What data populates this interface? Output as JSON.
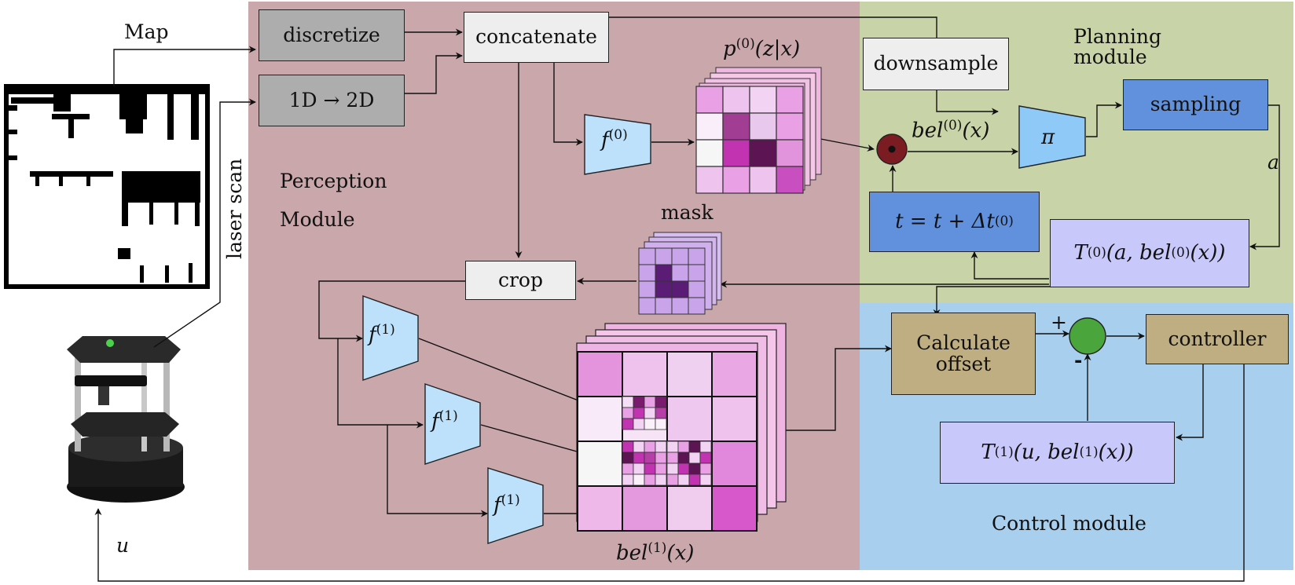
{
  "colors": {
    "perception_bg": "#caa7aa",
    "planning_bg": "#c8d4a8",
    "control_bg": "#a8cfee",
    "gray_box": "#adadad",
    "light_box": "#eeeeee",
    "blue_box": "#6191dc",
    "lavender_box": "#c8c8fa",
    "tan_box": "#bfae82",
    "f_block": "#bde0fb",
    "pi_block": "#8fc9f7",
    "sum_dark_red": "#7a1c22",
    "sum_green": "#4aa63c"
  },
  "inputs": {
    "map_label": "Map",
    "laser_label": "laser scan",
    "u_label": "u"
  },
  "perception": {
    "title_line1": "Perception",
    "title_line2": "Module",
    "discretize": "discretize",
    "one_d_to_two_d": "1D → 2D",
    "concatenate": "concatenate",
    "crop": "crop",
    "mask_label": "mask",
    "f0": {
      "base": "f",
      "sup": "(0)"
    },
    "f1": {
      "base": "f",
      "sup": "(1)"
    },
    "p0": {
      "base": "p",
      "sup": "(0)",
      "arg": "(z|x)"
    },
    "bel1": {
      "base": "bel",
      "sup": "(1)",
      "arg": "(x)"
    }
  },
  "planning": {
    "title_line1": "Planning",
    "title_line2": "module",
    "downsample": "downsample",
    "sampling": "sampling",
    "pi": "π",
    "a_label": "a",
    "bel0": {
      "base": "bel",
      "sup": "(0)",
      "arg": "(x)"
    },
    "time_update": {
      "pre": "t = t + Δt",
      "sup": "(0)"
    },
    "transition0": {
      "pre": "T",
      "sup": "(0)",
      "mid": "(a, bel",
      "sup2": "(0)",
      "post": "(x))"
    }
  },
  "control": {
    "title": "Control module",
    "calculate_offset_line1": "Calculate",
    "calculate_offset_line2": "offset",
    "controller": "controller",
    "plus": "+",
    "minus": "-",
    "transition1": {
      "pre": "T",
      "sup": "(1)",
      "mid": "(u, bel",
      "sup2": "(1)",
      "post": "(x))"
    }
  }
}
